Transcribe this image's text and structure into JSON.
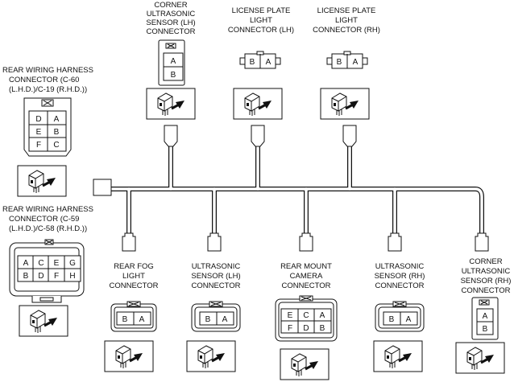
{
  "labels": {
    "corner_lh": [
      "CORNER",
      "ULTRASONIC",
      "SENSOR (LH)",
      "CONNECTOR"
    ],
    "lp_lh": [
      "LICENSE PLATE",
      "LIGHT",
      "CONNECTOR (LH)"
    ],
    "lp_rh": [
      "LICENSE PLATE",
      "LIGHT",
      "CONNECTOR (RH)"
    ],
    "rear_c60": [
      "REAR WIRING HARNESS",
      "CONNECTOR (C-60",
      "(L.H.D.)/C-19 (R.H.D.))"
    ],
    "rear_c59": [
      "REAR WIRING HARNESS",
      "CONNECTOR (C-59",
      "(L.H.D.)/C-58 (R.H.D.))"
    ],
    "fog": [
      "REAR FOG",
      "LIGHT",
      "CONNECTOR"
    ],
    "us_lh": [
      "ULTRASONIC",
      "SENSOR (LH)",
      "CONNECTOR"
    ],
    "camera": [
      "REAR MOUNT",
      "CAMERA",
      "CONNECTOR"
    ],
    "us_rh": [
      "ULTRASONIC",
      "SENSOR (RH)",
      "CONNECTOR"
    ],
    "corner_rh": [
      "CORNER",
      "ULTRASONIC",
      "SENSOR (RH)",
      "CONNECTOR"
    ]
  },
  "pins": {
    "corner_lh": [
      "A",
      "B"
    ],
    "lp_lh": [
      "B",
      "A"
    ],
    "lp_rh": [
      "B",
      "A"
    ],
    "c60": [
      "D",
      "A",
      "E",
      "B",
      "F",
      "C"
    ],
    "c59": [
      "A",
      "C",
      "E",
      "G",
      "B",
      "D",
      "F",
      "H"
    ],
    "fog": [
      "B",
      "A"
    ],
    "us_lh": [
      "B",
      "A"
    ],
    "camera": [
      "E",
      "C",
      "A",
      "F",
      "D",
      "B"
    ],
    "us_rh": [
      "B",
      "A"
    ],
    "corner_rh": [
      "A",
      "B"
    ]
  }
}
